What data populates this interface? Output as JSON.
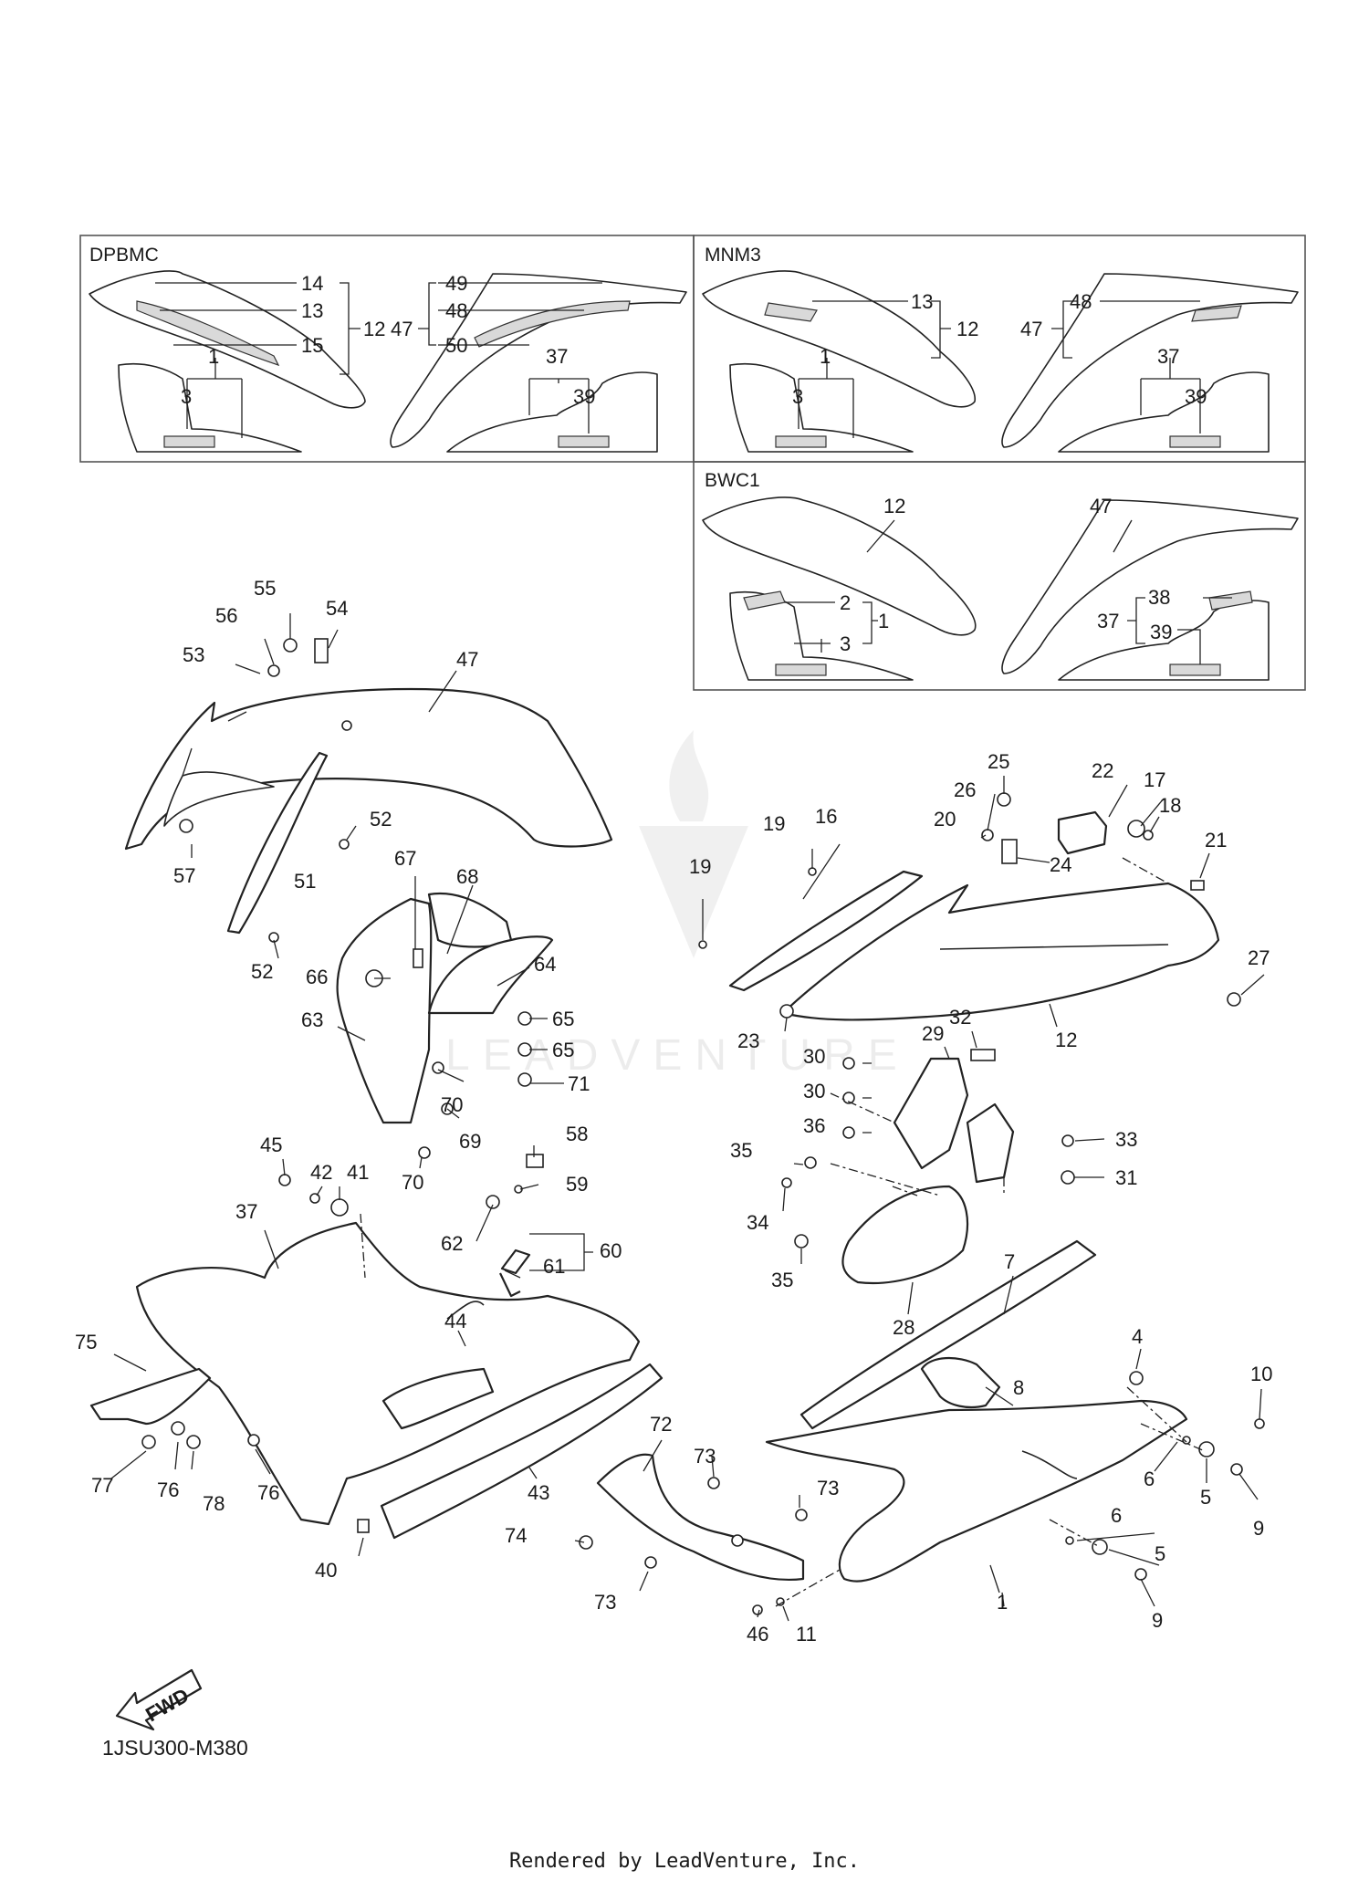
{
  "panels": [
    {
      "key": "dpbmc",
      "title": "DPBMC"
    },
    {
      "key": "mnm3",
      "title": "MNM3"
    },
    {
      "key": "bwc1",
      "title": "BWC1"
    }
  ],
  "callouts": {
    "dpbmc": [
      "14",
      "13",
      "15",
      "12",
      "49",
      "48",
      "50",
      "47",
      "1",
      "3",
      "37",
      "39"
    ],
    "mnm3": [
      "13",
      "12",
      "48",
      "47",
      "1",
      "3",
      "37",
      "39"
    ],
    "bwc1": [
      "12",
      "47",
      "2",
      "1",
      "3",
      "38",
      "37",
      "39"
    ],
    "main": [
      "55",
      "54",
      "56",
      "53",
      "47",
      "57",
      "51",
      "52",
      "52",
      "67",
      "68",
      "66",
      "64",
      "63",
      "65",
      "65",
      "71",
      "70",
      "69",
      "70",
      "25",
      "22",
      "17",
      "18",
      "26",
      "20",
      "24",
      "21",
      "19",
      "16",
      "19",
      "27",
      "23",
      "12",
      "30",
      "29",
      "32",
      "30",
      "36",
      "33",
      "35",
      "31",
      "34",
      "35",
      "28",
      "45",
      "42",
      "41",
      "58",
      "59",
      "62",
      "60",
      "61",
      "37",
      "44",
      "7",
      "8",
      "4",
      "10",
      "6",
      "5",
      "9",
      "6",
      "5",
      "9",
      "75",
      "77",
      "76",
      "78",
      "76",
      "40",
      "43",
      "72",
      "73",
      "73",
      "74",
      "73",
      "46",
      "11",
      "1"
    ]
  },
  "watermark": "LEADVENTURE",
  "fwd_label": "FWD",
  "diagram_code": "1JSU300-M380",
  "footer": "Rendered by LeadVenture, Inc."
}
